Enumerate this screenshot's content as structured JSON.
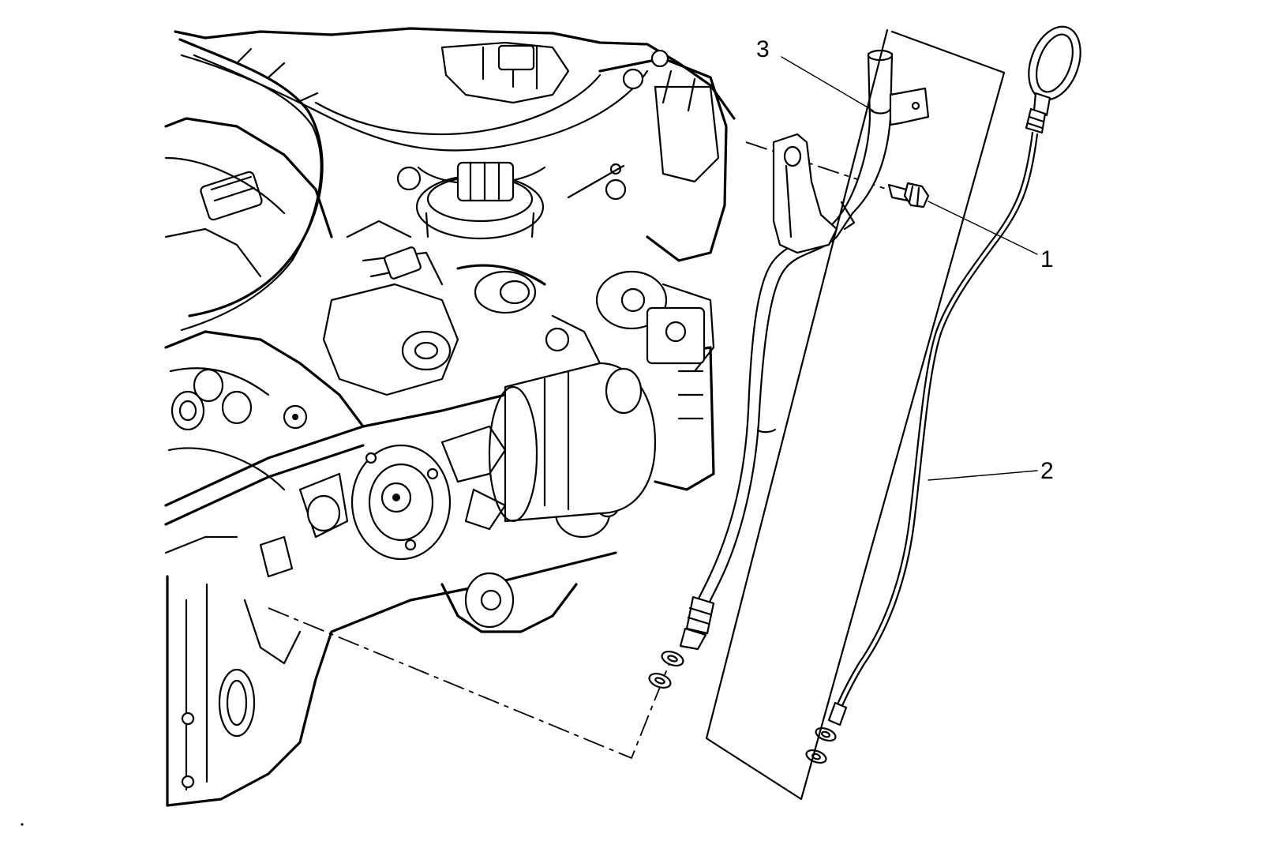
{
  "callouts": [
    {
      "id": "1",
      "label": "1"
    },
    {
      "id": "2",
      "label": "2"
    },
    {
      "id": "3",
      "label": "3"
    }
  ],
  "colors": {
    "line": "#000000",
    "background": "#ffffff"
  },
  "components": {
    "bolt": "bolt",
    "dipstick": "oil-level-indicator",
    "tube": "oil-level-indicator-tube",
    "engine": "engine-block"
  }
}
